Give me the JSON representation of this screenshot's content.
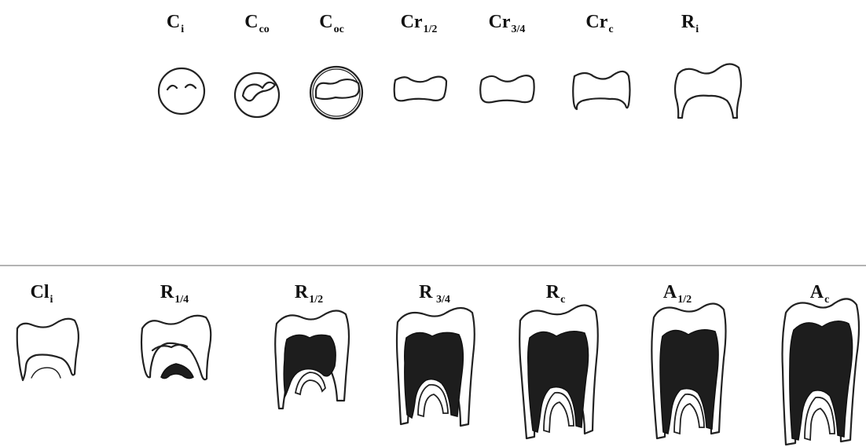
{
  "figure": {
    "top_row": [
      {
        "base": "C",
        "sub": "i"
      },
      {
        "base": "C",
        "sub": "co"
      },
      {
        "base": "C",
        "sub": "oc"
      },
      {
        "base": "Cr",
        "sub": "1/2"
      },
      {
        "base": "Cr",
        "sub": "3/4"
      },
      {
        "base": "Cr",
        "sub": "c"
      },
      {
        "base": "R",
        "sub": "i"
      }
    ],
    "bottom_row": [
      {
        "base": "Cl",
        "sub": "i"
      },
      {
        "base": "R",
        "sub": "1/4"
      },
      {
        "base": "R",
        "sub": "1/2"
      },
      {
        "base": "R",
        "sub": " 3/4"
      },
      {
        "base": "R",
        "sub": "c"
      },
      {
        "base": "A",
        "sub": "1/2"
      },
      {
        "base": "A",
        "sub": "c"
      }
    ]
  }
}
